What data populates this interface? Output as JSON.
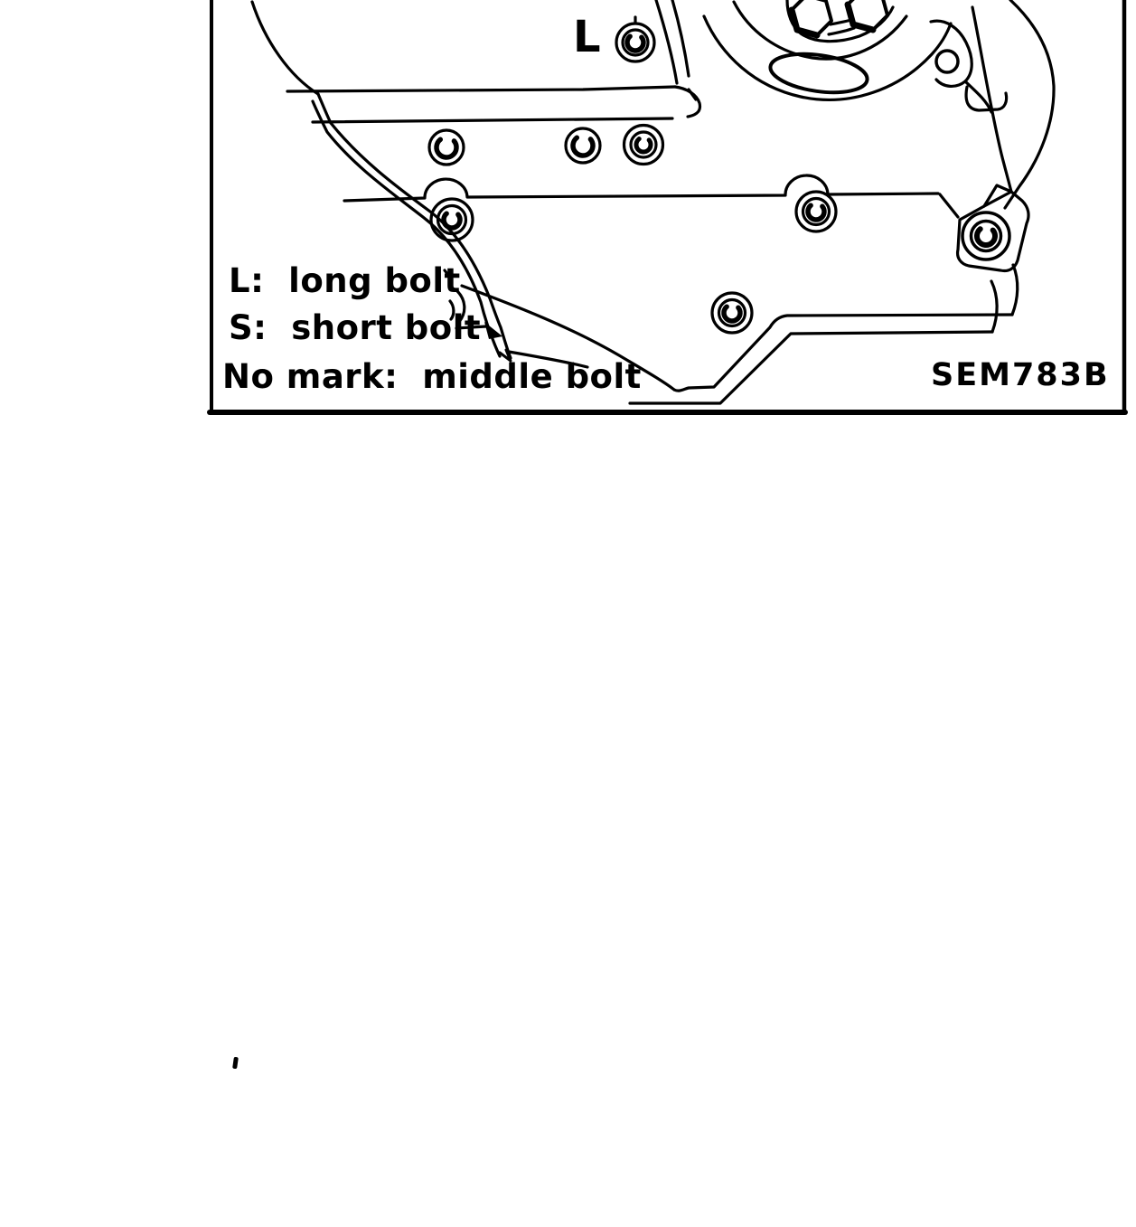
{
  "page": {
    "background": "#ffffff",
    "ink": "#000000"
  },
  "figure": {
    "code": "SEM783B",
    "bolt_point_label": "L",
    "legend": [
      {
        "label": "L:  long bolt"
      },
      {
        "label": "S:  short bolt"
      },
      {
        "label": "No mark:  middle bolt"
      }
    ]
  }
}
